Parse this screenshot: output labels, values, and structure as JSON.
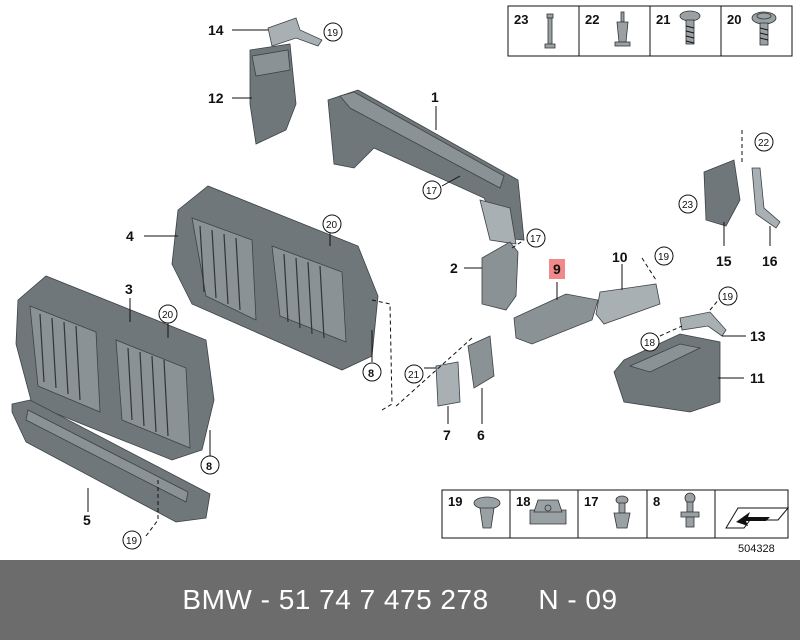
{
  "callouts": {
    "c1": "1",
    "c2": "2",
    "c3": "3",
    "c4": "4",
    "c5": "5",
    "c6": "6",
    "c7": "7",
    "c8a": "8",
    "c8b": "8",
    "c9": "9",
    "c10": "10",
    "c11": "11",
    "c12": "12",
    "c13": "13",
    "c14": "14",
    "c15": "15",
    "c16": "16",
    "r17a": "17",
    "r17b": "17",
    "r18": "18",
    "r19a": "19",
    "r19b": "19",
    "r19c": "19",
    "r19d": "19",
    "r20a": "20",
    "r20b": "20",
    "r21": "21",
    "r22": "22",
    "r23": "23"
  },
  "legend_top": [
    "23",
    "22",
    "21",
    "20"
  ],
  "legend_bottom": [
    "19",
    "18",
    "17",
    "8"
  ],
  "reference_number": "504328",
  "highlight_color": "#f08a8a",
  "footer_text": "BMW - 51 74 7 475 278      N - 09"
}
